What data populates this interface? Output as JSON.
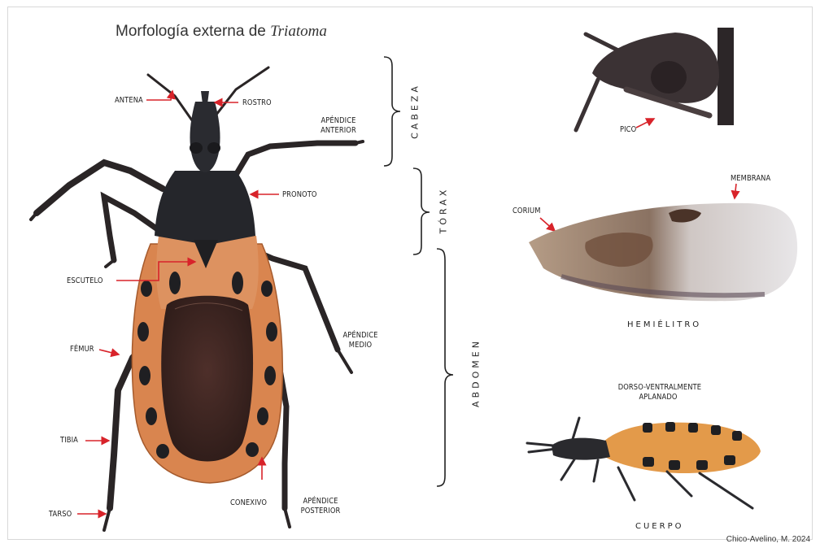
{
  "title": {
    "main": "Morfología externa de ",
    "italic": "Triatoma"
  },
  "labels": {
    "antena": "ANTENA",
    "rostro": "ROSTRO",
    "apendice_anterior_1": "APÉNDICE",
    "apendice_anterior_2": "ANTERIOR",
    "pronoto": "PRONOTO",
    "escutelo": "ESCUTELO",
    "apendice_medio_1": "APÉNDICE",
    "apendice_medio_2": "MEDIO",
    "femur": "FÉMUR",
    "tibia": "TIBIA",
    "tarso": "TARSO",
    "conexivo": "CONEXIVO",
    "apendice_posterior_1": "APÉNDICE",
    "apendice_posterior_2": "POSTERIOR",
    "pico": "PICO",
    "membrana": "MEMBRANA",
    "corium": "CORIUM",
    "hemielitro": "HEMIÉLITRO",
    "dorso_1": "DORSO-VENTRALMENTE",
    "dorso_2": "APLANADO",
    "cuerpo": "CUERPO"
  },
  "regions": {
    "cabeza": "CABEZA",
    "torax": "TÓRAX",
    "abdomen": "ABDOMEN"
  },
  "credit": "Chico-Avelino, M. 2024",
  "colors": {
    "arrow": "#d8232a",
    "body_orange": "#d9854f",
    "dark": "#1f1f22",
    "wing_brown": "#4a2e28"
  }
}
